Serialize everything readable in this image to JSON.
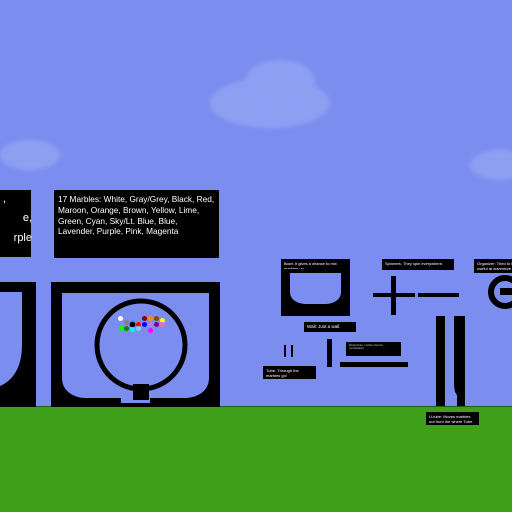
{
  "signs": {
    "left_partial": {
      "lines": [
        ",",
        "e,",
        "rple"
      ]
    },
    "marbles": {
      "text": "17 Marbles: White, Gray/Grey, Black, Red, Maroon, Orange, Brown, Yellow, Lime, Green, Cyan, Sky/Lt. Blue, Blue, Lavender, Purple, Pink, Magenta"
    },
    "bowl": {
      "text": "Bowl: It gives a chance to mix marbles up."
    },
    "spinners": {
      "text": "Spinners: They spin everywhere."
    },
    "organizer": {
      "text": "Organizer: Tried to be useful at adventure"
    },
    "wall": {
      "text": "Wall: Just a wall."
    },
    "tube": {
      "text": "Tube: Through the marbles go!"
    },
    "middle": {
      "text": "Bridge/Gate, marbles that the ... (unreadable)"
    },
    "u_tube": {
      "text": "U-tube: Moves marbles out from the  where Tube."
    }
  },
  "marbles": {
    "count": 17,
    "colors": [
      "#ffffff",
      "#808080",
      "#000000",
      "#ff0000",
      "#800000",
      "#ff8c00",
      "#8b4513",
      "#ffff00",
      "#00ff00",
      "#008000",
      "#00ffff",
      "#87ceeb",
      "#0000ff",
      "#b57edc",
      "#800080",
      "#ff69b4",
      "#ff00ff"
    ]
  },
  "colors": {
    "sky": "#7b8ef0",
    "cloud": "#8e9ff2",
    "grass": "#3f9e1a",
    "structure": "#000000",
    "text": "#ffffff"
  }
}
